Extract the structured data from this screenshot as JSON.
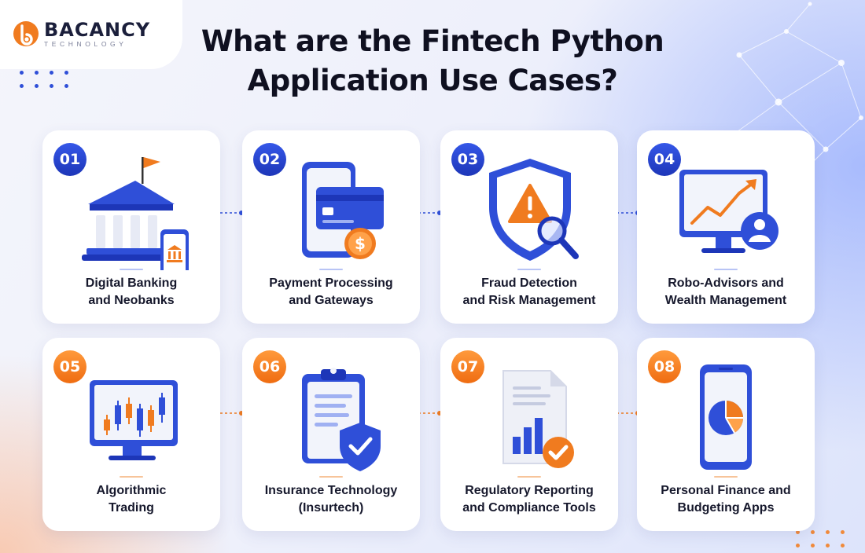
{
  "brand": {
    "name": "BACANCY",
    "tagline": "TECHNOLOGY"
  },
  "title": {
    "line1": "What are the Fintech Python",
    "line2": "Application Use Cases?"
  },
  "colors": {
    "blue": "#2f4fd8",
    "orange": "#f07b1f",
    "dark": "#16182c"
  },
  "cards": [
    {
      "number": "01",
      "line1": "Digital Banking",
      "line2": "and Neobanks",
      "icon": "bank-icon"
    },
    {
      "number": "02",
      "line1": "Payment Processing",
      "line2": "and Gateways",
      "icon": "payment-card-icon"
    },
    {
      "number": "03",
      "line1": "Fraud Detection",
      "line2": "and Risk Management",
      "icon": "shield-alert-icon"
    },
    {
      "number": "04",
      "line1": "Robo-Advisors and",
      "line2": "Wealth Management",
      "icon": "chart-monitor-icon"
    },
    {
      "number": "05",
      "line1": "Algorithmic",
      "line2": "Trading",
      "icon": "candlestick-monitor-icon"
    },
    {
      "number": "06",
      "line1": "Insurance Technology",
      "line2": "(Insurtech)",
      "icon": "clipboard-shield-icon"
    },
    {
      "number": "07",
      "line1": "Regulatory Reporting",
      "line2": "and Compliance Tools",
      "icon": "report-check-icon"
    },
    {
      "number": "08",
      "line1": "Personal Finance and",
      "line2": "Budgeting Apps",
      "icon": "phone-pie-icon"
    }
  ]
}
